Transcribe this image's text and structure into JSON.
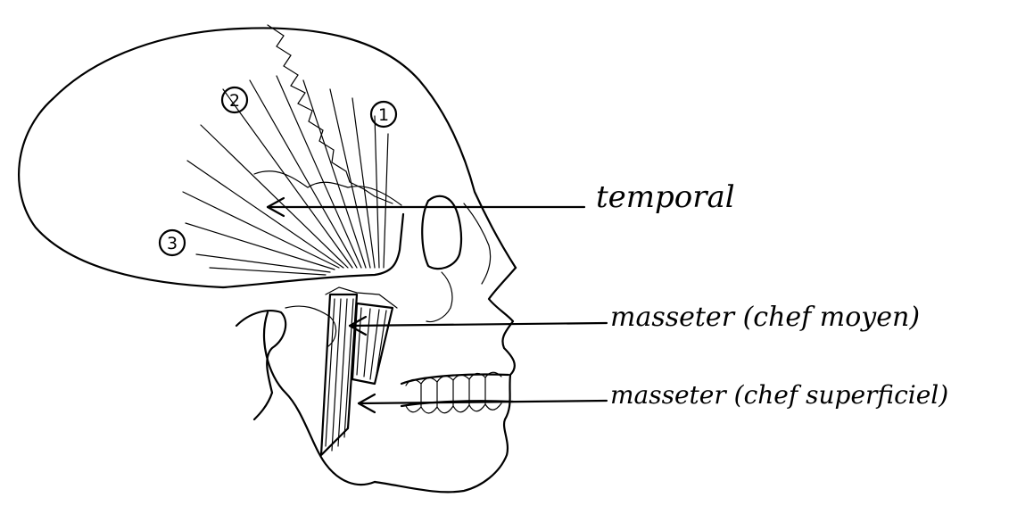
{
  "labels": {
    "temporal": "temporal",
    "masseter_deep": "masseter (chef moyen)",
    "masseter_superficial": "masseter (chef superficiel)"
  },
  "markers": {
    "one": "1",
    "two": "2",
    "three": "3"
  },
  "ink_color": "#000000"
}
